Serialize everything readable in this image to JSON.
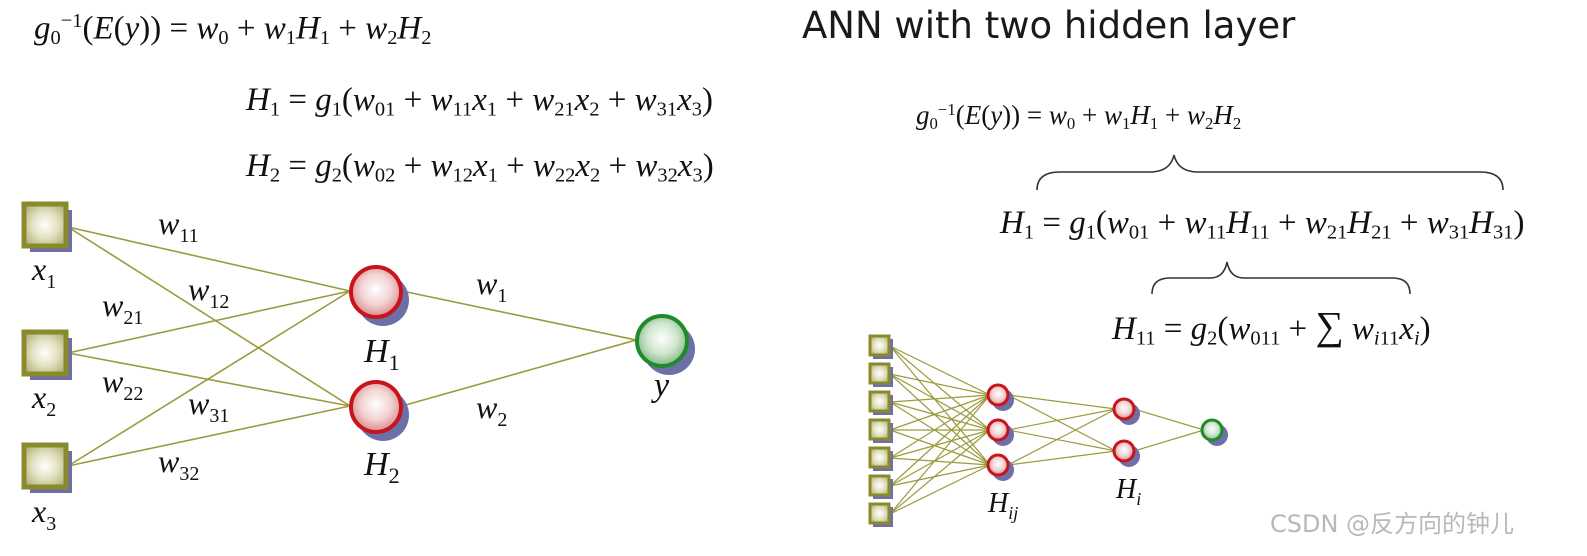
{
  "title": "ANN with two hidden layer",
  "equations": {
    "output_left": {
      "lhs": "g",
      "sub0": "0",
      "sup": "−1",
      "rest1": "(E(y)) = ",
      "w0": "w",
      "w0s": "0",
      "plus1": " + ",
      "w1": "w",
      "w1s": "1",
      "H1": "H",
      "H1s": "1",
      "plus2": " + ",
      "w2": "w",
      "w2s": "2",
      "H2": "H",
      "H2s": "2"
    },
    "h1_left": "H₁ = g₁(w₀₁ + w₁₁x₁ + w₂₁x₂ + w₃₁x₃)",
    "h2_left": "H₂ = g₂(w₀₂ + w₁₂x₁ + w₂₂x₂ + w₃₂x₃)",
    "output_right": "g₀⁻¹(E(y)) = w₀ + w₁H₁ + w₂H₂",
    "h1_right": "H₁ = g₁(w₀₁ + w₁₁H₁₁ + w₂₁H₂₁ + w₃₁H₃₁)",
    "h11_right": "H₁₁ = g₂(w₀₁₁ + ∑ wᵢ₁₁xᵢ)"
  },
  "left_network": {
    "inputs": [
      {
        "var": "x",
        "sub": "1"
      },
      {
        "var": "x",
        "sub": "2"
      },
      {
        "var": "x",
        "sub": "3"
      }
    ],
    "hidden": [
      {
        "var": "H",
        "sub": "1"
      },
      {
        "var": "H",
        "sub": "2"
      }
    ],
    "output": {
      "var": "y"
    },
    "weights": [
      {
        "var": "w",
        "sub": "11"
      },
      {
        "var": "w",
        "sub": "12"
      },
      {
        "var": "w",
        "sub": "21"
      },
      {
        "var": "w",
        "sub": "22"
      },
      {
        "var": "w",
        "sub": "31"
      },
      {
        "var": "w",
        "sub": "32"
      },
      {
        "var": "w",
        "sub": "1"
      },
      {
        "var": "w",
        "sub": "2"
      }
    ]
  },
  "right_network": {
    "input_count": 7,
    "hidden1_count": 3,
    "hidden2_count": 2,
    "output_count": 1,
    "layer_labels": [
      {
        "var": "H",
        "sub": "ij"
      },
      {
        "var": "H",
        "sub": "i"
      }
    ]
  },
  "watermark": "CSDN @反方向的钟儿",
  "colors": {
    "edge": "#9c9a3c",
    "input_node": "#8a8a2c",
    "hidden_node": "#c8141c",
    "output_node": "#1f8a2a",
    "shadow": "#6d6fa6"
  }
}
